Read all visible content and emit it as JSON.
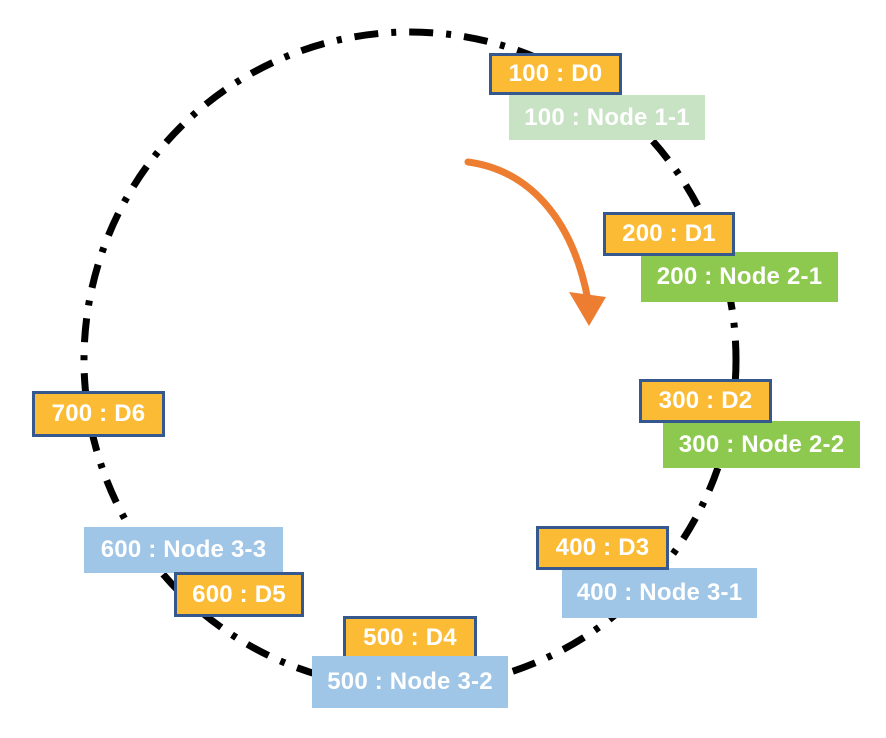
{
  "diagram_kind": "hash-ring",
  "ring": {
    "direction": "clockwise",
    "labels": [
      {
        "text": "100 : D0",
        "kind": "data"
      },
      {
        "text": "100 : Node 1-1",
        "kind": "node-group-1"
      },
      {
        "text": "200 : D1",
        "kind": "data"
      },
      {
        "text": "200 : Node 2-1",
        "kind": "node-group-2"
      },
      {
        "text": "300 : D2",
        "kind": "data"
      },
      {
        "text": "300 : Node 2-2",
        "kind": "node-group-2"
      },
      {
        "text": "400 : D3",
        "kind": "data"
      },
      {
        "text": "400 : Node 3-1",
        "kind": "node-group-3"
      },
      {
        "text": "500 : D4",
        "kind": "data"
      },
      {
        "text": "500 : Node 3-2",
        "kind": "node-group-3"
      },
      {
        "text": "600 : Node 3-3",
        "kind": "node-group-3"
      },
      {
        "text": "600 : D5",
        "kind": "data"
      },
      {
        "text": "700 : D6",
        "kind": "data"
      }
    ]
  },
  "colors": {
    "data-fill": "#FBBB34",
    "data-border": "#35598E",
    "node1-fill": "#C8E2C4",
    "node2-fill": "#8DC94E",
    "node3-fill": "#9FC5E7",
    "arrow": "#ED7D31",
    "ring": "#000000",
    "label-text": "#FFFFFF"
  }
}
